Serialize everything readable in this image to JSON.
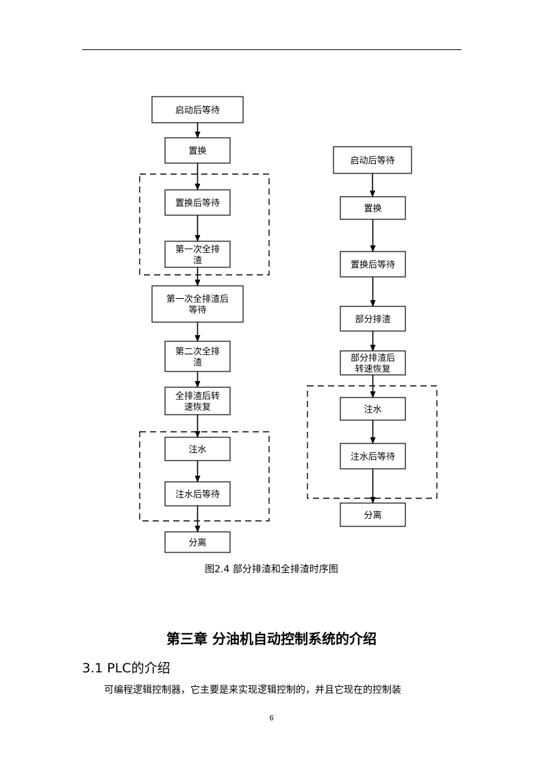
{
  "left_flow": [
    "启动后等待",
    "置换",
    "置换后等待",
    "第一次全排|渣",
    "第一次全排渣后|等待",
    "第二次全排|渣",
    "全排渣后转|速恢复",
    "注水",
    "注水后等待",
    "分离"
  ],
  "right_flow": [
    "启动后等待",
    "置换",
    "置换后等待",
    "部分排渣",
    "部分排渣后|转速恢复",
    "注水",
    "注水后等待",
    "分离"
  ],
  "caption": "图2.4 部分排渣和全排渣时序图",
  "chapter_title": "第三章  分油机自动控制系统的介绍",
  "section_title": "3.1 PLC的介绍",
  "paragraph": "可编程逻辑控制器，它主要是来实现逻辑控制的，并且它现在的控制装",
  "page_number": "6"
}
